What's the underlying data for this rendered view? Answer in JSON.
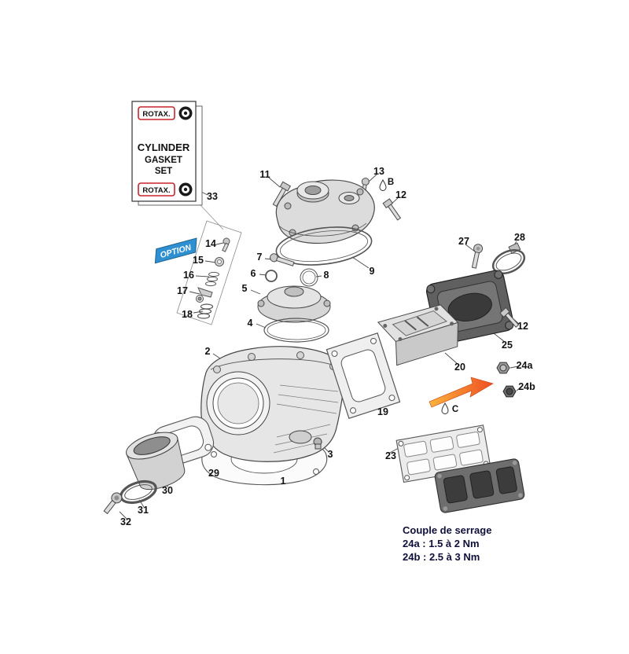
{
  "gasket_card": {
    "brand_top": "ROTAX.",
    "title_line1": "CYLINDER",
    "title_line2": "GASKET",
    "title_line3": "SET",
    "brand_bottom": "ROTAX."
  },
  "option_flag": {
    "label": "OPTION"
  },
  "callouts": {
    "c1": {
      "label": "1"
    },
    "c2": {
      "label": "2"
    },
    "c3": {
      "label": "3"
    },
    "c4": {
      "label": "4"
    },
    "c5": {
      "label": "5"
    },
    "c6": {
      "label": "6"
    },
    "c7": {
      "label": "7"
    },
    "c8": {
      "label": "8"
    },
    "c9": {
      "label": "9"
    },
    "c11": {
      "label": "11"
    },
    "c12_top": {
      "label": "12"
    },
    "c12_right": {
      "label": "12"
    },
    "c13": {
      "label": "13"
    },
    "c14": {
      "label": "14"
    },
    "c15": {
      "label": "15"
    },
    "c16": {
      "label": "16"
    },
    "c17": {
      "label": "17"
    },
    "c18": {
      "label": "18"
    },
    "c19": {
      "label": "19"
    },
    "c20": {
      "label": "20"
    },
    "c23": {
      "label": "23"
    },
    "c24a": {
      "label": "24a"
    },
    "c24b": {
      "label": "24b"
    },
    "c25": {
      "label": "25"
    },
    "c27": {
      "label": "27"
    },
    "c28": {
      "label": "28"
    },
    "c29": {
      "label": "29"
    },
    "c30": {
      "label": "30"
    },
    "c31": {
      "label": "31"
    },
    "c32": {
      "label": "32"
    },
    "c33": {
      "label": "33"
    }
  },
  "grease_marks": {
    "b": {
      "label": "B"
    },
    "c": {
      "label": "C"
    }
  },
  "torque_note": {
    "title": "Couple de serrage",
    "line_24a": "24a : 1.5 à 2 Nm",
    "line_24b": "24b : 2.5 à 3 Nm"
  },
  "colors": {
    "rotax_red": "#c8242b",
    "option_blue": "#2e8fd1",
    "arrow_orange_dark": "#ef4e23",
    "arrow_orange_light": "#f9b43c",
    "torque_text": "#10103a",
    "line_art": "#4a4a4a"
  }
}
